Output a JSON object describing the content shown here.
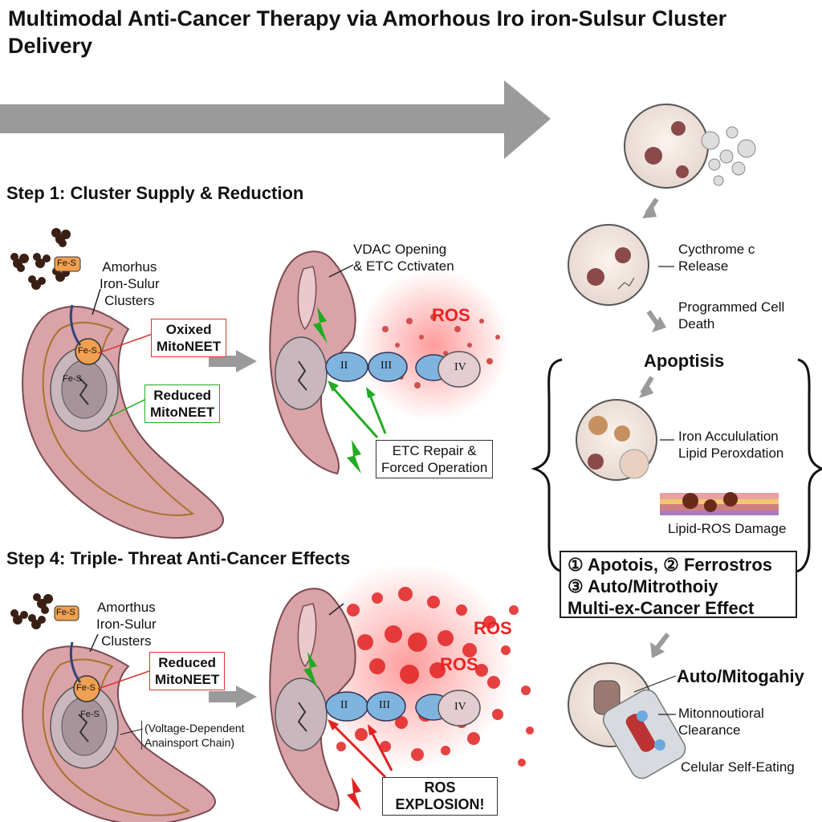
{
  "title": "Multimodal Anti-Cancer Therapy via Amorhous Iro iron-Sulsur Cluster Delivery",
  "step1": {
    "heading": "Step 1: Cluster Supply & Reduction",
    "cluster_label": "Amorhus\nIron-Sulur\nClusters",
    "feS_small": "Fe-S",
    "feS_cell": "Fe-S",
    "feS_core": "Fe-S",
    "oxidized_box": "Oxixed\nMitoNEET",
    "reduced_box": "Reduced\nMitoNEET",
    "vdac_label": "VDAC Opening\n& ETC Cctivaten",
    "ros": "ROS",
    "etc_box": "ETC Repair &\nForced Operation",
    "complexes": [
      "II",
      "III",
      "IV"
    ]
  },
  "step4": {
    "heading": "Step 4: Triple- Threat Anti-Cancer Effects",
    "cluster_label": "Amorthus\nIron-Sulur\nClusters",
    "feS_small": "Fe-S",
    "feS_core": "Fe-S",
    "feS_cell": "Fe-S",
    "reduced_box": "Reduced\nMitoNEET",
    "vdac_note": "(Voltage-Dependent\nAnainsport Chain)",
    "ros_1": "ROS",
    "ros_2": "ROS",
    "explosion_box": "ROS\nEXPLOSION!",
    "complexes": [
      "II",
      "III",
      "IV"
    ]
  },
  "right": {
    "cytochrome": "Cycthrome c\nRelease",
    "programmed": "Programmed Cell Death",
    "apoptosis": "Apoptisis",
    "iron_acc": "Iron Accululation\nLipid Peroxdation",
    "lipid_ros": "Lipid-ROS Damage",
    "summary": "① Apotois, ② Ferrostros\n③ Auto/Mitrothoiy\nMulti-ex-Cancer Effect",
    "auto": "Auto/Mitogahiy",
    "mito_clear": "Mitonnoutioral\nClearance",
    "self_eating": "Celular Self-Eating"
  },
  "colors": {
    "arrow_gray": "#9a9a9a",
    "cell_pink": "#d9a3a8",
    "ros_red": "#e22222",
    "etc_blue": "#7fb4de",
    "green": "#22aa22"
  }
}
